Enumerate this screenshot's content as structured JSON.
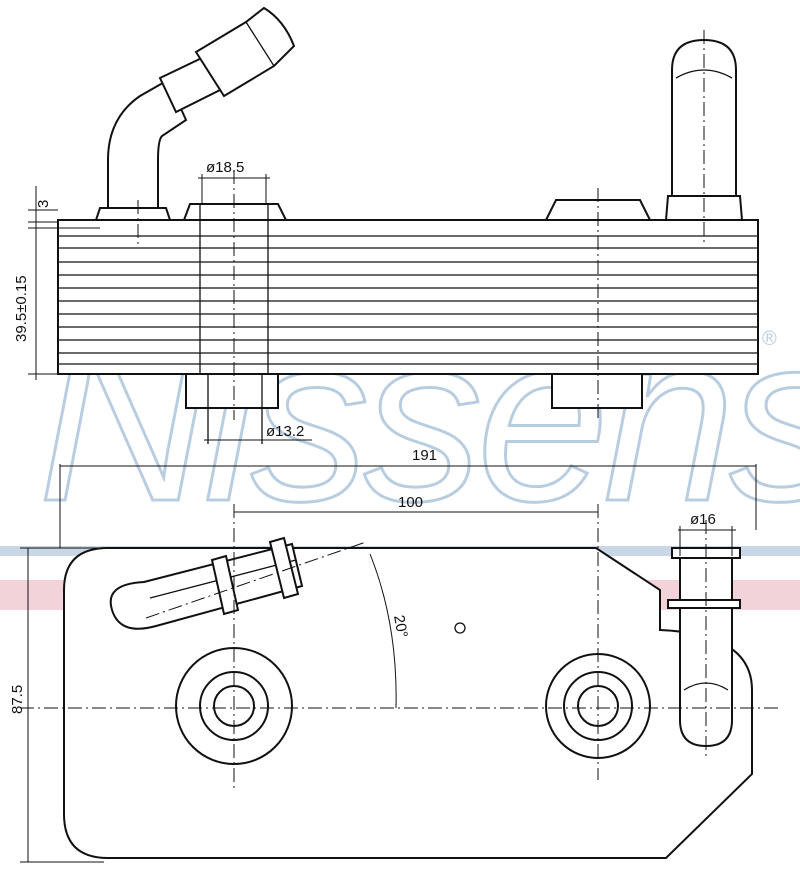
{
  "watermark": {
    "brand": "Nissens",
    "registered_mark": "®"
  },
  "colors": {
    "line": "#111111",
    "watermark": "#b9cde0",
    "band_blue": "#c8d6e6",
    "band_red": "#f2d3da"
  },
  "dimensions": {
    "flange_thickness": "3",
    "core_height": "39.5±0.15",
    "top_port_diameter": "ø18.5",
    "bottom_port_diameter": "ø13.2",
    "overall_length": "191",
    "port_spacing": "100",
    "pipe_diameter": "ø16",
    "pipe_angle": "20°",
    "overall_width": "87.5"
  }
}
